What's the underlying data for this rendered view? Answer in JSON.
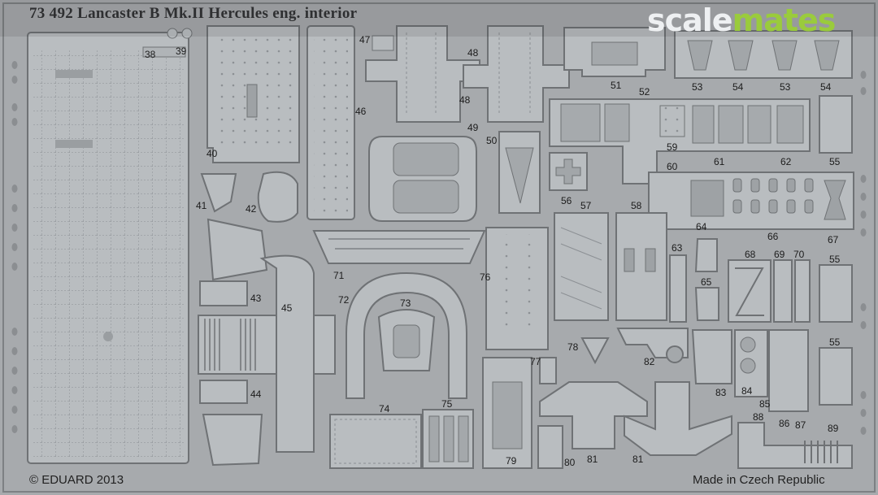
{
  "title": "73 492   Lancaster B Mk.II Hercules eng. interior",
  "watermark": {
    "part1": "scale",
    "part2": "mates"
  },
  "copyright": "© EDUARD 2013",
  "origin": "Made in Czech Republic",
  "part_numbers": [
    "38",
    "39",
    "40",
    "41",
    "42",
    "43",
    "44",
    "45",
    "46",
    "47",
    "48",
    "48",
    "49",
    "50",
    "51",
    "52",
    "53",
    "54",
    "53",
    "54",
    "55",
    "55",
    "55",
    "56",
    "57",
    "58",
    "59",
    "60",
    "61",
    "62",
    "63",
    "64",
    "65",
    "66",
    "67",
    "68",
    "69",
    "70",
    "71",
    "72",
    "73",
    "74",
    "75",
    "76",
    "77",
    "78",
    "79",
    "80",
    "81",
    "81",
    "82",
    "83",
    "84",
    "85",
    "86",
    "87",
    "88",
    "89"
  ],
  "colors": {
    "background": "#a7aaad",
    "part_fill": "#bcc0c3",
    "part_edge": "#6f7275",
    "etch_line": "#8c9094",
    "watermark_green": "#9acb3c"
  }
}
